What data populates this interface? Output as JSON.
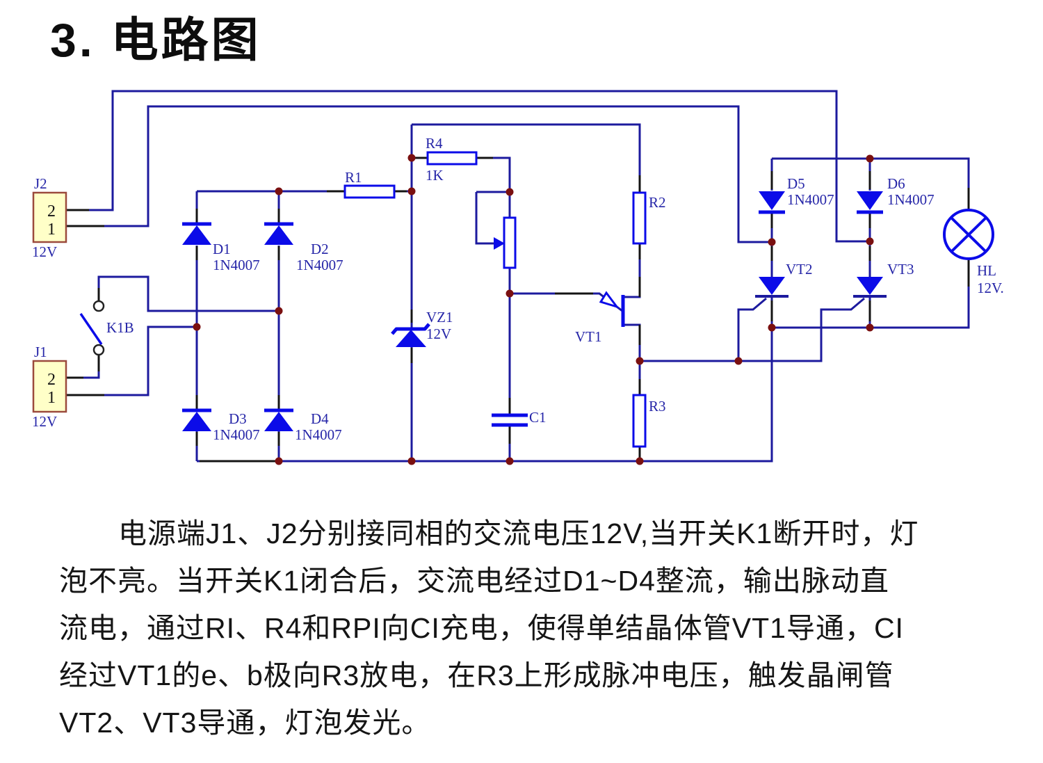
{
  "title": "3. 电路图",
  "colors": {
    "wire": "#1c1a9e",
    "symbol": "#0b0be8",
    "junction_dot": "#7a1010",
    "label": "#2626a8",
    "connector_fill": "#ffffc8",
    "connector_border": "#9b4a3c",
    "body_text": "#151515"
  },
  "circuit": {
    "j2": {
      "ref": "J2",
      "pin_top": "2",
      "pin_bottom": "1",
      "voltage": "12V"
    },
    "j1": {
      "ref": "J1",
      "pin_top": "2",
      "pin_bottom": "1",
      "voltage": "12V"
    },
    "k1b": {
      "ref": "K1B"
    },
    "r1": {
      "ref": "R1"
    },
    "r2": {
      "ref": "R2"
    },
    "r3": {
      "ref": "R3"
    },
    "r4": {
      "ref": "R4",
      "value": "1K"
    },
    "d1": {
      "ref": "D1",
      "part": "1N4007"
    },
    "d2": {
      "ref": "D2",
      "part": "1N4007"
    },
    "d3": {
      "ref": "D3",
      "part": "1N4007"
    },
    "d4": {
      "ref": "D4",
      "part": "1N4007"
    },
    "d5": {
      "ref": "D5",
      "part": "1N4007"
    },
    "d6": {
      "ref": "D6",
      "part": "1N4007"
    },
    "vz1": {
      "ref": "VZ1",
      "value": "12V"
    },
    "c1": {
      "ref": "C1"
    },
    "vt1": {
      "ref": "VT1"
    },
    "vt2": {
      "ref": "VT2"
    },
    "vt3": {
      "ref": "VT3"
    },
    "hl": {
      "ref": "HL",
      "value": "12V."
    }
  },
  "description": {
    "lines": [
      "电源端J1、J2分别接同相的交流电压12V,当开关K1断开时，灯",
      "泡不亮。当开关K1闭合后，交流电经过D1~D4整流，输出脉动直",
      "流电，通过RI、R4和RPI向CI充电，使得单结晶体管VT1导通，CI",
      "经过VT1的e、b极向R3放电，在R3上形成脉冲电压，触发晶闸管",
      "VT2、VT3导通，灯泡发光。"
    ]
  }
}
